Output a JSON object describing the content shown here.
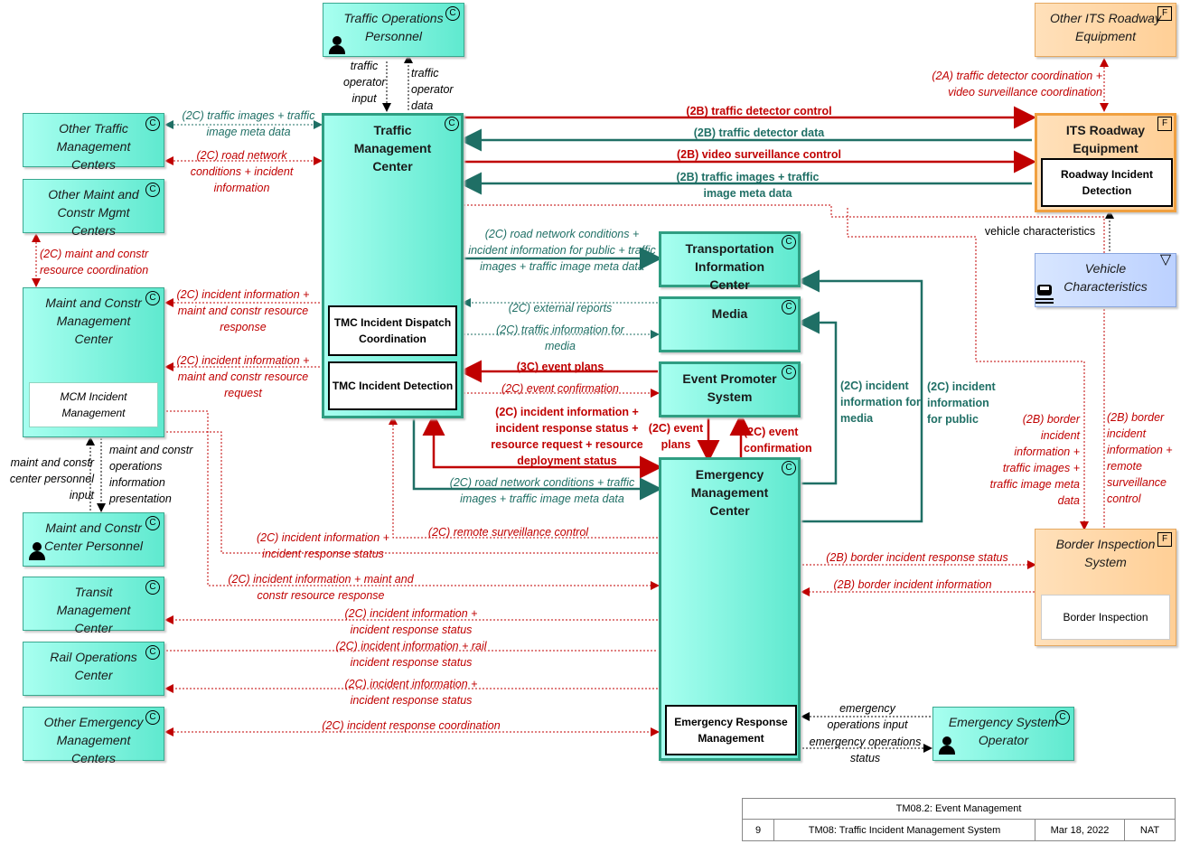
{
  "entities": {
    "top": {
      "traffic_ops_personnel": "Traffic Operations Personnel",
      "other_its_roadway": "Other ITS Roadway Equipment"
    },
    "left": {
      "other_tmc": "Other Traffic Management Centers",
      "other_maint": "Other Maint and Constr Mgmt Centers",
      "mcm_center": "Maint and Constr Management Center",
      "mcm_incident": "MCM Incident Management",
      "mcm_personnel": "Maint and Constr Center Personnel",
      "transit": "Transit Management Center",
      "rail": "Rail Operations Center",
      "other_emergency": "Other Emergency Management Centers"
    },
    "center": {
      "tmc": "Traffic Management Center",
      "tmc_dispatch": "TMC Incident Dispatch Coordination",
      "tmc_detection": "TMC Incident Detection",
      "tic": "Transportation Information Center",
      "media": "Media",
      "event_promoter": "Event Promoter System",
      "emc": "Emergency Management Center",
      "emergency_response": "Emergency Response Management"
    },
    "right": {
      "its_roadway": "ITS Roadway Equipment",
      "roadway_incident_detection": "Roadway Incident Detection",
      "vehicle_characteristics": "Vehicle Characteristics",
      "border_inspection_system": "Border Inspection System",
      "border_inspection": "Border Inspection",
      "emergency_system_operator": "Emergency System Operator"
    }
  },
  "badges": {
    "c": "C",
    "f": "F",
    "vehicle": "▽"
  },
  "flows": {
    "traffic_operator_input": "traffic operator input",
    "traffic_operator_data": "traffic operator data",
    "traffic_images_meta_2c": "(2C) traffic images + traffic image meta data",
    "road_network_incident": "(2C) road network conditions + incident information",
    "maint_constr_coord": "(2C) maint and constr resource coordination",
    "incident_mcr_response": "(2C) incident information + maint and constr resource response",
    "incident_mcr_request": "(2C) incident information + maint and constr resource request",
    "traffic_detector_control": "(2B) traffic detector control",
    "traffic_detector_data": "(2B) traffic detector data",
    "video_surveillance_control": "(2B) video surveillance control",
    "traffic_images_2b": "(2B) traffic images + traffic image meta data",
    "detector_video_coord": "(2A) traffic detector coordination + video surveillance coordination",
    "vehicle_characteristics": "vehicle characteristics",
    "tic_flow": "(2C) road network conditions + incident information for public + traffic images + traffic image meta data",
    "external_reports": "(2C) external reports",
    "traffic_info_media": "(2C) traffic information for media",
    "event_plans_3c": "(3C) event plans",
    "event_confirmation": "(2C) event confirmation",
    "incident_resource": "(2C) incident information + incident response status + resource request + resource deployment status",
    "event_plans_2c": "(2C) event plans",
    "event_confirmation_2": "(2C) event confirmation",
    "incident_info_media": "(2C) incident information for media",
    "incident_info_public": "(2C) incident information for public",
    "road_network_images": "(2C) road network conditions + traffic images + traffic image meta data",
    "remote_surveillance": "(2C) remote surveillance control",
    "incident_response_status_mcm": "(2C) incident information + incident response status",
    "incident_mcr_response_2": "(2C) incident information + maint and constr resource response",
    "transit_flow": "(2C) incident information + incident response status",
    "rail_flow": "(2C) incident information + rail incident response status",
    "rail_flow2": "(2C) incident information + incident response status",
    "incident_response_coord": "(2C) incident response coordination",
    "border_status": "(2B) border incident response status",
    "border_info": "(2B) border incident information",
    "border_left": "(2B) border incident information + traffic images + traffic image meta data",
    "border_right": "(2B) border incident information + remote surveillance control",
    "mcm_personnel_input": "maint and constr center personnel input",
    "mcm_operations_info": "maint and constr operations information presentation",
    "emergency_ops_input": "emergency operations input",
    "emergency_ops_status": "emergency operations status"
  },
  "title_block": {
    "title": "TM08.2: Event Management",
    "number": "9",
    "package": "TM08: Traffic Incident Management System",
    "date": "Mar 18, 2022",
    "tag": "NAT"
  },
  "colors": {
    "red": "#c00000",
    "green": "#1f6f65",
    "teal": "#5fe9cf",
    "orange": "#ffcf96",
    "blue": "#bcd1ff"
  }
}
